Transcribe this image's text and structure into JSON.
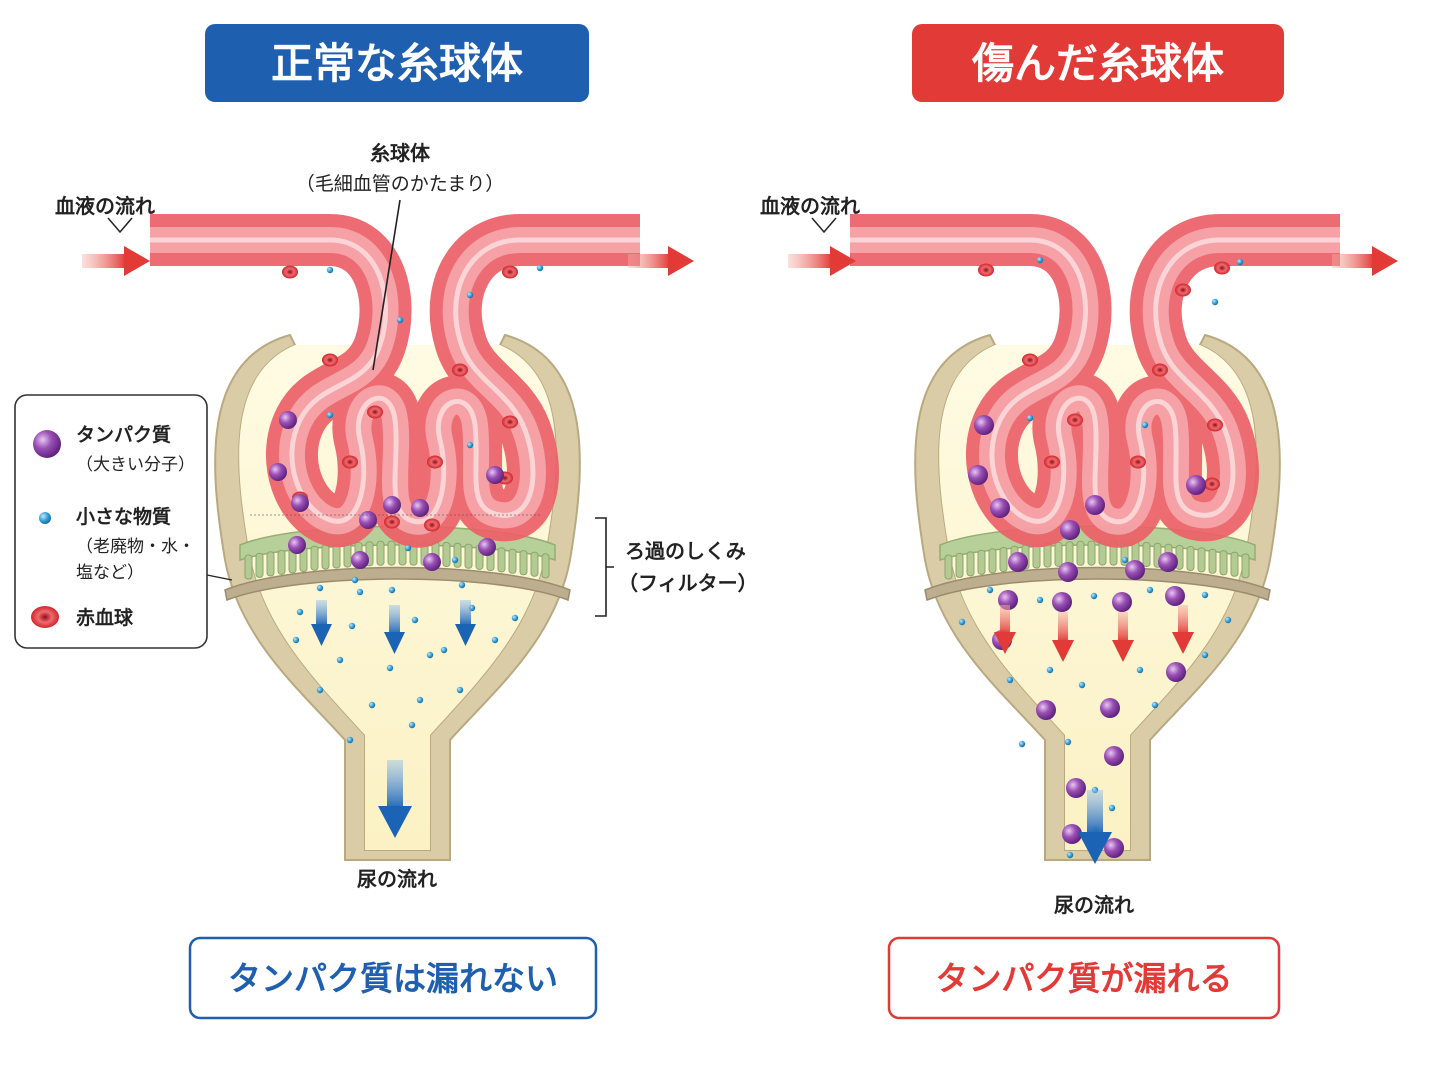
{
  "colors": {
    "blue": "#1f5fb0",
    "red": "#e23a36",
    "vessel": "#ec5f68",
    "vesselLight": "#f7b3b7",
    "capsule": "#d6c9a4",
    "capsuleFill": "#fbf6d8",
    "filter": "#a9c18d",
    "membrane": "#b8ab8e",
    "protein": "#8a3fa6",
    "small": "#2d9bd6",
    "rbc": "#d8242c",
    "arrowFlow": "#e23a36",
    "arrowUrine": "#1b63b5"
  },
  "left": {
    "title": "正常な糸球体",
    "glomerulus_label": "糸球体",
    "glomerulus_sub": "（毛細血管のかたまり）",
    "blood_flow": "血液の流れ",
    "filter_label": "ろ過のしくみ",
    "filter_sub": "（フィルター）",
    "urine_flow": "尿の流れ",
    "result": "タンパク質は漏れない"
  },
  "right": {
    "title": "傷んだ糸球体",
    "blood_flow": "血液の流れ",
    "urine_flow": "尿の流れ",
    "result": "タンパク質が漏れる"
  },
  "legend": {
    "protein": "タンパク質",
    "protein_sub": "（大きい分子）",
    "small": "小さな物質",
    "small_sub1": "（老廃物・水・",
    "small_sub2": "塩など）",
    "rbc": "赤血球"
  }
}
